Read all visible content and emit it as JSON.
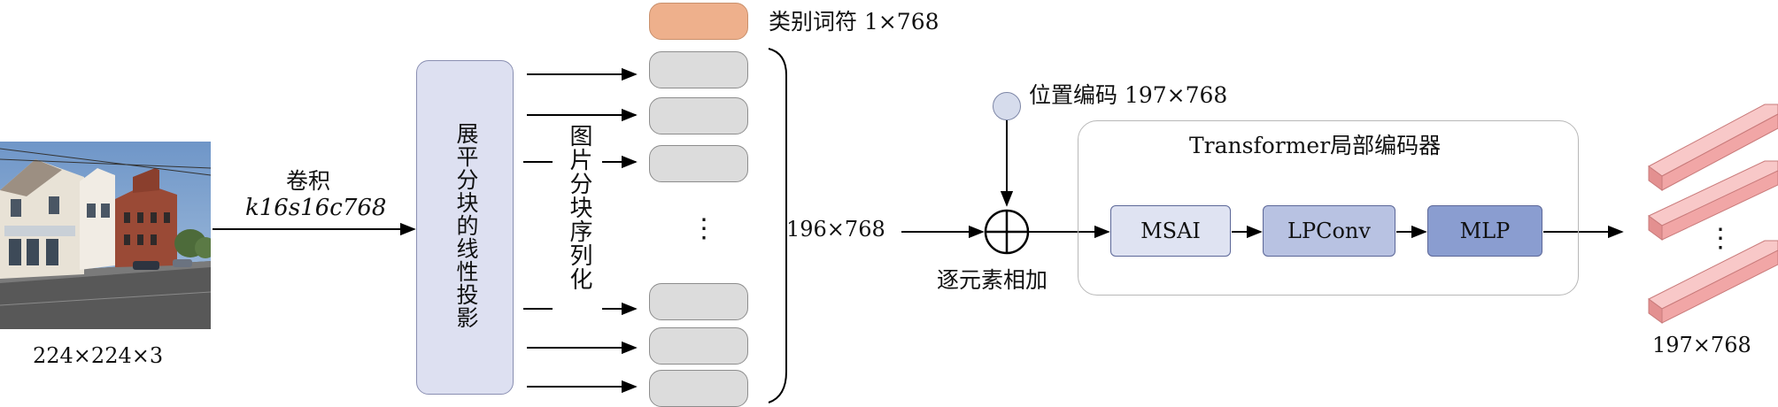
{
  "input": {
    "size_label": "224×224×3",
    "conv_label_line1": "卷积",
    "conv_label_line2": "k16s16c768"
  },
  "projection": {
    "label": "展平分块的线性投影",
    "serialize_label": "图片分块序列化"
  },
  "tokens": {
    "cls_label": "类别词符  1×768",
    "seq_shape": "196×768",
    "ellipsis": "⋮"
  },
  "position": {
    "label": "位置编码 197×768",
    "add_label": "逐元素相加"
  },
  "encoder": {
    "title": "Transformer局部编码器",
    "blocks": [
      {
        "label": "MSAI",
        "color": "#dfe3f2"
      },
      {
        "label": "LPConv",
        "color": "#b8c2e2"
      },
      {
        "label": "MLP",
        "color": "#8a9dd0"
      }
    ]
  },
  "output": {
    "shape_label": "197×768",
    "bar_color": "#f1a6a6",
    "ellipsis": "⋮"
  },
  "colors": {
    "cls_token": "#eeb08c",
    "patch_token": "#dcdcdc",
    "projection_box": "#dde0f1",
    "arrow": "#000000"
  }
}
